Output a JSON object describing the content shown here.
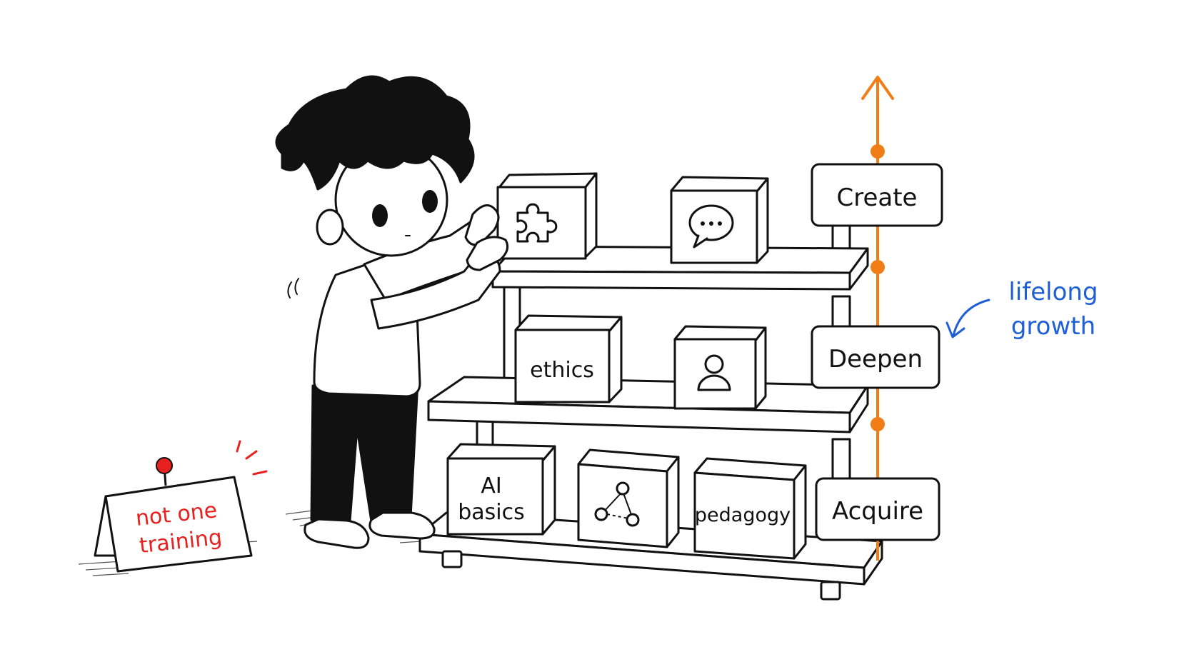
{
  "colors": {
    "ink": "#111111",
    "accent_orange": "#f07d16",
    "accent_red": "#e8211f",
    "accent_blue": "#1f5fd6",
    "paper": "#ffffff"
  },
  "stages": [
    {
      "label": "Create"
    },
    {
      "label": "Deepen"
    },
    {
      "label": "Acquire"
    }
  ],
  "blocks": {
    "top": [
      {
        "icon": "puzzle-piece-icon",
        "text": ""
      },
      {
        "icon": "chat-bubble-icon",
        "text": ""
      }
    ],
    "middle": [
      {
        "icon": "",
        "text": "ethics"
      },
      {
        "icon": "person-icon",
        "text": ""
      }
    ],
    "bottom": [
      {
        "icon": "",
        "text_line1": "AI",
        "text_line2": "basics"
      },
      {
        "icon": "network-nodes-icon",
        "text": ""
      },
      {
        "icon": "",
        "text": "pedagogy"
      }
    ]
  },
  "annotation": {
    "line1": "lifelong",
    "line2": "growth"
  },
  "sign": {
    "line1": "not one",
    "line2": "training"
  }
}
